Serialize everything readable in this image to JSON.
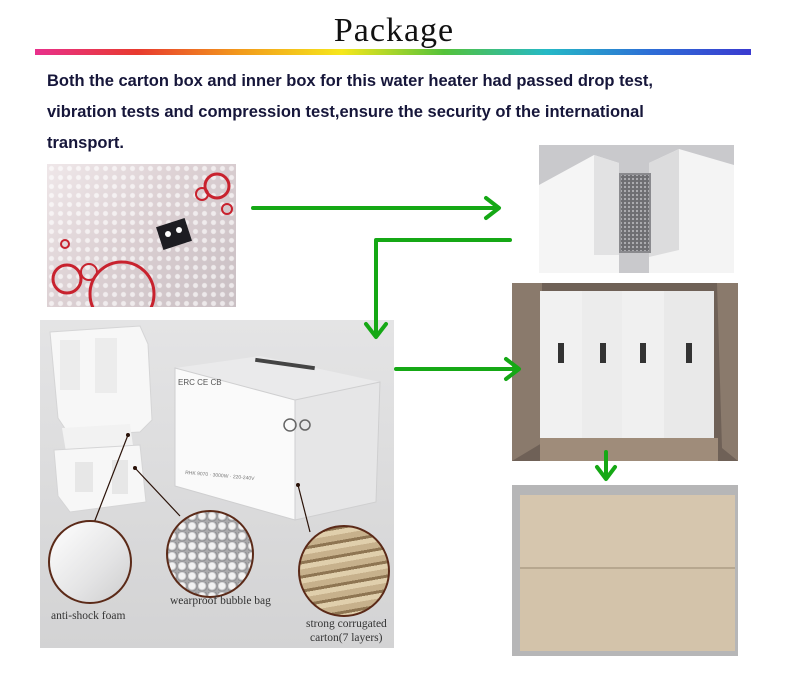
{
  "header": {
    "title": "Package"
  },
  "intro": {
    "line1": "Both the carton box and inner box for this water heater had passed drop test,",
    "line2": "vibration tests and compression test,ensure the security of the international",
    "line3": "transport."
  },
  "box_print": {
    "certs": "ERC CE CB",
    "bottom_text": "RHK 9070 · 3000W · 220-240V"
  },
  "callouts": {
    "foam": "anti-shock foam",
    "bubble": "wearproof bubble bag",
    "carton_line1": "strong corrugated",
    "carton_line2": "carton(7 layers)"
  },
  "colors": {
    "arrow": "#15a815",
    "title_text": "#111111",
    "intro_text": "#16163a"
  }
}
